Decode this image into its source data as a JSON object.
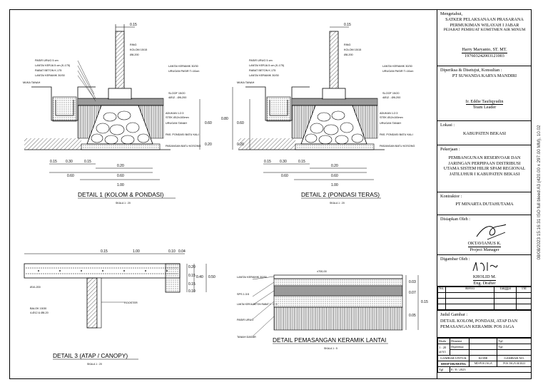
{
  "title_block": {
    "owner_heading": "Mengetahui,",
    "owner_lines": [
      "SATKER PELAKSANAAN PRASARANA",
      "PERMUKIMAN WILAYAH I JABAR",
      "PEJABAT PEMBUAT KOMITMEN AIR MINUM"
    ],
    "owner_name": "Harry Maryanto, ST. MT.",
    "owner_nip": "197603242003121003",
    "consultant_heading": "Diperiksa & Disetujui, Konsultan :",
    "consultant_name": "PT SUWANDA KARYA MANDIRI",
    "consultant_person": "Ir. Eddie Taufiqyudin",
    "consultant_role": "Team Leader",
    "location_heading": "Lokasi :",
    "location": "KABUPATEN BEKASI",
    "work_heading": "Pekerjaan :",
    "work": "PEMBANGUNAN RESERVOAR DAN JARINGAN PERPIPAAN DISTRIBUSI UTAMA SISTEM HILIR SPAM REGIONAL JATILUHUR I KABUPATEN BEKASI",
    "contractor_heading": "Kontraktor :",
    "contractor": "PT MINARTA DUTAHUTAMA",
    "prepared_heading": "Disiapkan Oleh :",
    "prepared_name": "OKTAVIANUS K.",
    "prepared_role": "Project Manager",
    "drawn_heading": "Digambar Oleh :",
    "drawn_name": "KHOLID M.",
    "drawn_role": "Eng. Drafter",
    "rev_headers": [
      "No.",
      "Revisi",
      "Tanggal",
      "Ttd"
    ],
    "drawing_title_heading": "Judul Gambar :",
    "drawing_title": "DETAIL KOLOM, PONDASI, ATAP DAN PEMASANGAN KERAMIK POS JAGA",
    "footer": {
      "skala": "Skala",
      "dimensi": "Dimensi",
      "tgl": "Tgl",
      "scale_value": "1 : 20",
      "paper": "@A3",
      "diperiksa": "Diperiksa",
      "gambar_untuk": "GAMBAR UNTUK",
      "kode": "KODE",
      "gambar_no": "GAMBAR NO.",
      "shop_drawing": "SHOP DRAWING",
      "kode_value": "MD-POS JAGA",
      "gambar_no_value": "POS JAGA 04/2023",
      "tgl_label": "Tgl",
      "date": "8 / 8 / 2023"
    }
  },
  "sidebar_stamp": "08/08/2023 15:16:31 ISO full bleed A3 (420.00 x 297.00 MM), 10.02",
  "details": {
    "d1_title": "DETAIL 1 (KOLOM & PONDASI)",
    "d1_scale": "SKALA 1 : 20",
    "d2_title": "DETAIL 2 (PONDASI TERAS)",
    "d2_scale": "SKALA 1 : 20",
    "d3_title": "DETAIL 3 (ATAP / CANOPY)",
    "d3_scale": "SKALA 1 : 20",
    "d4_title": "DETAIL PEMASANGAN KERAMIK LANTAI",
    "d4_scale": "SKALA 1 : 5"
  },
  "dims": {
    "top": "0.15",
    "d1_bottom": [
      "0.15",
      "0.30",
      "0.15",
      "0.60",
      "0.20",
      "1.00",
      "0.60"
    ],
    "d1_side": [
      "0.60",
      "0.20"
    ],
    "d2_side": [
      "0.80",
      "0.60",
      "0.20"
    ],
    "d3_top": [
      "0.15",
      "1.00",
      "0.10",
      "0.04"
    ],
    "d3_side": [
      "0.20",
      "0.15",
      "0.40",
      "0.50",
      "0.15",
      "0.10"
    ],
    "d4_side": [
      "0.03",
      "0.07",
      "0.05",
      "0.15"
    ]
  },
  "notes": {
    "d1_left": [
      "PASIR URUG 5 cm",
      "LANTAI KERJA 5 cm (K-175)",
      "RABAT BETON K.175",
      "LANTAI KERAMIK 30/30"
    ],
    "d1_right_top": [
      "RING",
      "KOLOM 15/15",
      "Ø8-200"
    ],
    "d1_right": [
      "LANTAI KERAMIK 30/30",
      "URUGAN PASIR T=10cm",
      "SLOOF 15/20",
      "4Ø12 - Ø8-200",
      "ADUKAN 1:2:3",
      "STEK Ø12x100mm",
      "URUGAN TANAH",
      "PAS. PONDASI BATU KALI",
      "PASANGAN BATU KOSONG"
    ],
    "muka_tanah": "MUKA TANAH",
    "d3_labels": [
      "BALOK 15/30",
      "4-Ø12 & Ø8-20",
      "ROOSTER",
      "Ø10-200"
    ],
    "d4_labels": [
      "LANTAI KERAMIK 30/30",
      "SPS 1:3:5",
      "LANTAI KERJA BETON RABAT 1 : 2 : 3",
      "PASIR URUG",
      "TANAH DASAR"
    ]
  }
}
